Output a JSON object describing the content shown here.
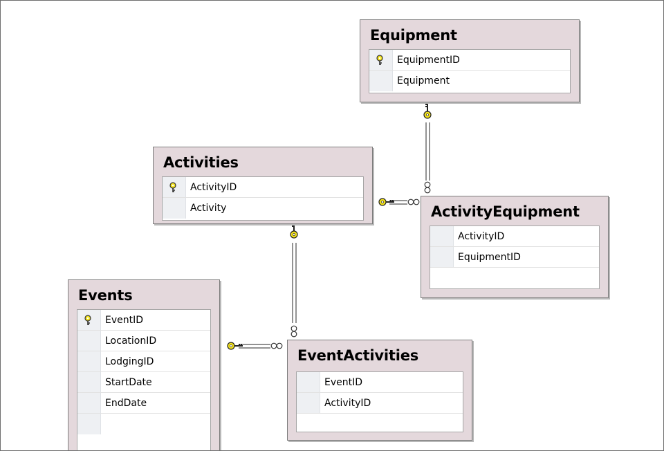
{
  "tables": {
    "equipment": {
      "title": "Equipment",
      "columns": [
        "EquipmentID",
        "Equipment"
      ]
    },
    "activities": {
      "title": "Activities",
      "columns": [
        "ActivityID",
        "Activity"
      ]
    },
    "activity_equipment": {
      "title": "ActivityEquipment",
      "columns": [
        "ActivityID",
        "EquipmentID"
      ]
    },
    "events": {
      "title": "Events",
      "columns": [
        "EventID",
        "LocationID",
        "LodgingID",
        "StartDate",
        "EndDate"
      ]
    },
    "event_activities": {
      "title": "EventActivities",
      "columns": [
        "EventID",
        "ActivityID"
      ]
    }
  },
  "primary_keys": [
    "EquipmentID",
    "ActivityID",
    "EventID"
  ],
  "relationships": [
    {
      "from": "Equipment",
      "to": "ActivityEquipment",
      "one_end": "key",
      "many_end": "infinity"
    },
    {
      "from": "Activities",
      "to": "ActivityEquipment",
      "one_end": "key",
      "many_end": "infinity"
    },
    {
      "from": "Activities",
      "to": "EventActivities",
      "one_end": "key",
      "many_end": "infinity"
    },
    {
      "from": "Events",
      "to": "EventActivities",
      "one_end": "key",
      "many_end": "infinity"
    }
  ],
  "colors": {
    "table_bg": "#e4d8dc",
    "key_yellow": "#f3e21a",
    "line": "#6f6f6f"
  }
}
